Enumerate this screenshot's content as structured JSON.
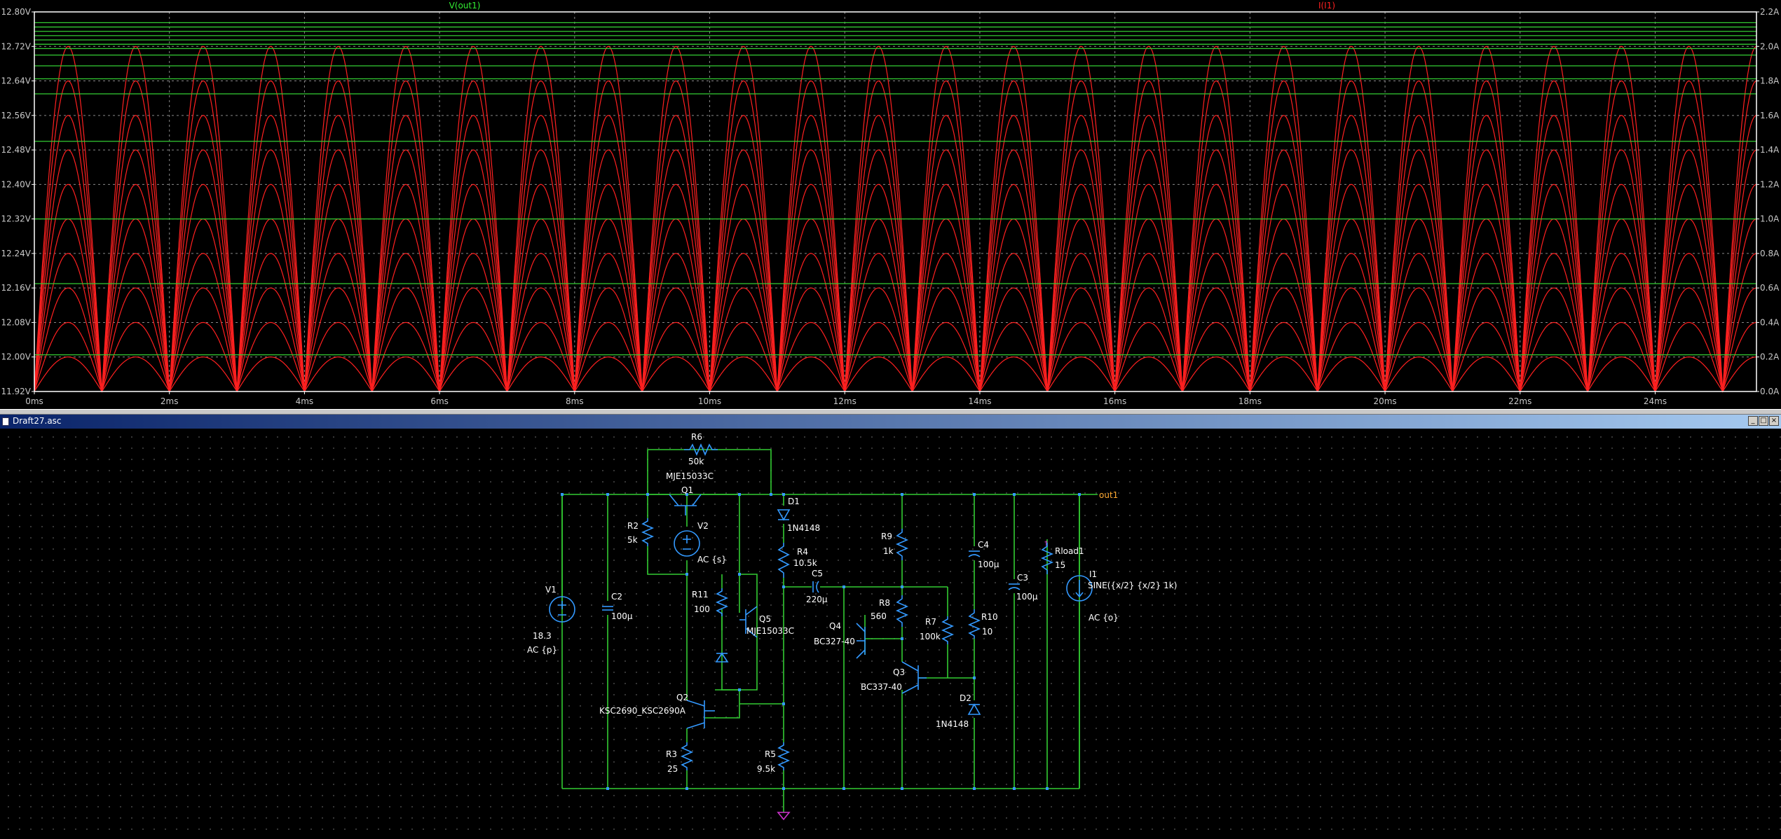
{
  "plot": {
    "trace_labels": {
      "voltage": "V(out1)",
      "current": "I(I1)"
    },
    "colors": {
      "background": "#000000",
      "frame": "#ffffff",
      "grid": "#888888",
      "voltage_trace": "#33cc33",
      "current_trace": "#ff2020",
      "voltage_label": "#33ee33",
      "current_label": "#ff2020",
      "tick_text": "#c8c8c8"
    },
    "left_ticks": [
      "12.80V",
      "12.72V",
      "12.64V",
      "12.56V",
      "12.48V",
      "12.40V",
      "12.32V",
      "12.24V",
      "12.16V",
      "12.08V",
      "12.00V",
      "11.92V"
    ],
    "right_ticks": [
      "2.2A",
      "2.0A",
      "1.8A",
      "1.6A",
      "1.4A",
      "1.2A",
      "1.0A",
      "0.8A",
      "0.6A",
      "0.4A",
      "0.2A",
      "0.0A"
    ],
    "x_ticks": [
      "0ms",
      "2ms",
      "4ms",
      "6ms",
      "8ms",
      "10ms",
      "12ms",
      "14ms",
      "16ms",
      "18ms",
      "20ms",
      "22ms",
      "24ms"
    ]
  },
  "chart_data": {
    "type": "line",
    "x_unit": "ms",
    "xlim": [
      0,
      25.5
    ],
    "left_axis": {
      "unit": "V",
      "ylim": [
        11.92,
        12.8
      ]
    },
    "right_axis": {
      "unit": "A",
      "ylim": [
        0.0,
        2.2
      ]
    },
    "voltage_steps_V": [
      12.005,
      12.17,
      12.32,
      12.5,
      12.61,
      12.645,
      12.675,
      12.7,
      12.715,
      12.725,
      12.735,
      12.745,
      12.755,
      12.765,
      12.775
    ],
    "current_steps": {
      "amplitudes_A": [
        0.2,
        0.4,
        0.6,
        0.8,
        1.0,
        1.2,
        1.4,
        1.6,
        1.8,
        2.0
      ],
      "waveform": "rectified sine, one half-cycle per 1 ms (1 kHz)",
      "peak_times_ms": [
        0.5,
        1.5,
        2.5,
        3.5,
        4.5,
        5.5,
        6.5,
        7.5,
        8.5,
        9.5,
        10.5,
        11.5,
        12.5,
        13.5,
        14.5,
        15.5,
        16.5,
        17.5,
        18.5,
        19.5,
        20.5,
        21.5,
        22.5,
        23.5,
        24.5
      ]
    },
    "grid": true
  },
  "schematic": {
    "window_title": "Draft27.asc",
    "window_buttons": [
      "_",
      "□",
      "×"
    ],
    "colors": {
      "wire": "#33cc33",
      "component": "#3399ff",
      "label": "#ffffff",
      "net_label": "#ffaa33",
      "ground": "#cc33cc",
      "junction": "#3399ff"
    },
    "labels": {
      "R6": "R6",
      "R6_val": "50k",
      "Q1_model": "MJE15033C",
      "Q1": "Q1",
      "D1": "D1",
      "D1_model": "1N4148",
      "net_out1": "out1",
      "R2": "R2",
      "R2_val": "5k",
      "V2": "V2",
      "V2_val": "AC {s}",
      "R4": "R4",
      "R4_val": "10.5k",
      "R9": "R9",
      "R9_val": "1k",
      "C4": "C4",
      "C4_val": "100µ",
      "Rload1": "Rload1",
      "Rload1_val": "15",
      "C5": "C5",
      "C5_val": "220µ",
      "C3": "C3",
      "C3_val": "100µ",
      "I1": "I1",
      "I1_val": "SINE({x/2} {x/2} 1k)",
      "I1_ac": "AC {o}",
      "V1": "V1",
      "V1_val": "18.3",
      "V1_ac": "AC {p}",
      "C2": "C2",
      "C2_val": "100µ",
      "R11": "R11",
      "R11_val": "100",
      "Q5": "Q5",
      "Q5_model": "MJE15033C",
      "R8": "R8",
      "R8_val": "560",
      "Q4": "Q4",
      "Q4_model": "BC327-40",
      "R7": "R7",
      "R7_val": "100k",
      "R10": "R10",
      "R10_val": "10",
      "Q3": "Q3",
      "Q3_model": "BC337-40",
      "D2": "D2",
      "D2_model": "1N4148",
      "Q2": "Q2",
      "Q2_model": "KSC2690_KSC2690A",
      "R3": "R3",
      "R3_val": "25",
      "R5": "R5",
      "R5_val": "9.5k"
    }
  }
}
